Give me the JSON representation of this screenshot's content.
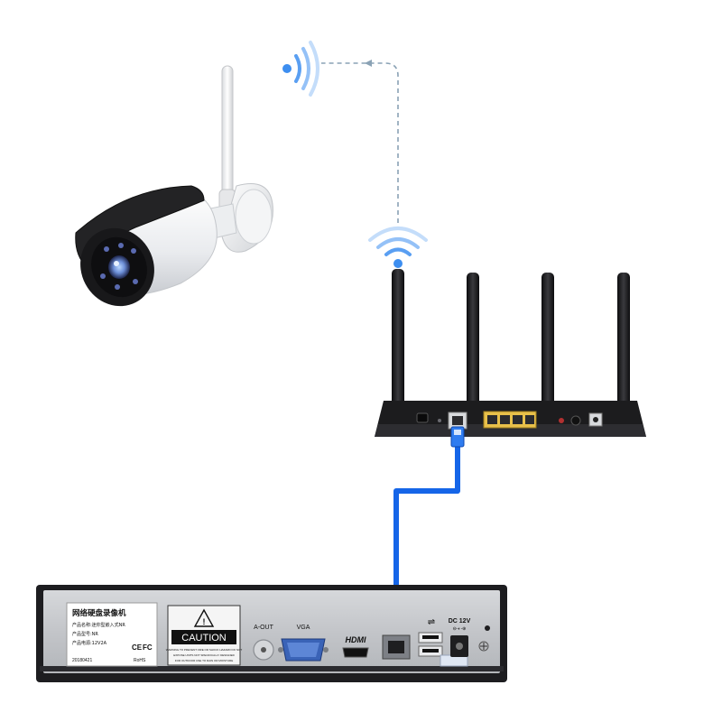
{
  "nvr": {
    "label_title": "网络硬盘录像机",
    "label_line1": "产品名称:迷你型嵌入式NR",
    "label_line2": "产品型号:NR",
    "label_line3": "产品电源:12V2A",
    "label_date": "20180421",
    "cert_ce": "CE",
    "cert_fc": "FC",
    "cert_rohs": "RoHS",
    "caution_title": "CAUTION",
    "caution_line1": "WARNING TO PREVENT FIRE OR SHOCK HAZARD DO NOT",
    "caution_line2": "EXPOSE UNITS NOT SPECIFICALLY DESIGNED",
    "caution_line3": "FOR OUTDOOR USE TO RAIN OR MOISTURE",
    "port_aout": "A-OUT",
    "port_vga": "VGA",
    "port_hdmi": "HDMI",
    "port_usb": "⇌",
    "port_dc": "DC 12V",
    "port_dc_sym": "⊖-◐-⊕"
  },
  "colors": {
    "cable": "#1565e8",
    "wifi": "#3d8ef0",
    "dash": "#8aa2b5",
    "router": "#1c1c1e",
    "nvr_body": "#c7c9cc",
    "nvr_frame": "#1d1d20",
    "lan_ports": "#e8c04a"
  }
}
